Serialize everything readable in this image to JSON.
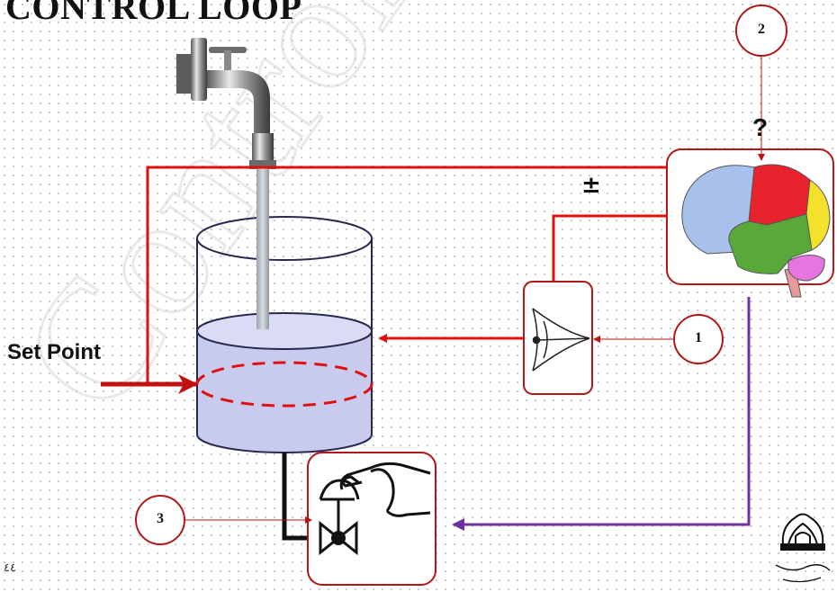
{
  "title": "CONTROL LOOP",
  "setpoint_label": "Set Point",
  "plus_minus": "±",
  "question": "?",
  "markers": {
    "m1": "1",
    "m2": "2",
    "m3": "3"
  },
  "page_number": "٤٤",
  "colors": {
    "signal_red": "#e01010",
    "purple": "#7030a0",
    "water": "#c8cbee",
    "box_border": "#b01818",
    "watermark": "#e0e0e0"
  }
}
